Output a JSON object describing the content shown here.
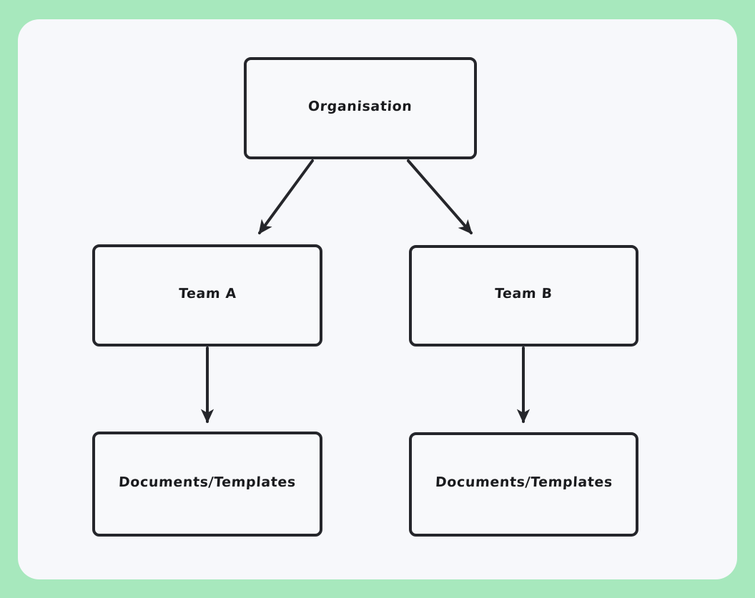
{
  "theme": {
    "page_background": "#a7e8bd",
    "card_background": "#f7f8fb",
    "node_background": "#f8f9fb",
    "stroke_color": "#25262b",
    "text_color": "#1a1b1e"
  },
  "diagram": {
    "type": "org-hierarchy-flowchart",
    "nodes": [
      {
        "id": "organisation",
        "label": "Organisation",
        "level": 0
      },
      {
        "id": "team-a",
        "label": "Team A",
        "level": 1
      },
      {
        "id": "team-b",
        "label": "Team B",
        "level": 1
      },
      {
        "id": "docs-a",
        "label": "Documents/Templates",
        "level": 2
      },
      {
        "id": "docs-b",
        "label": "Documents/Templates",
        "level": 2
      }
    ],
    "edges": [
      {
        "from": "organisation",
        "to": "team-a",
        "style": "arrow-diagonal"
      },
      {
        "from": "organisation",
        "to": "team-b",
        "style": "arrow-diagonal"
      },
      {
        "from": "team-a",
        "to": "docs-a",
        "style": "arrow-vertical"
      },
      {
        "from": "team-b",
        "to": "docs-b",
        "style": "arrow-vertical"
      }
    ]
  }
}
